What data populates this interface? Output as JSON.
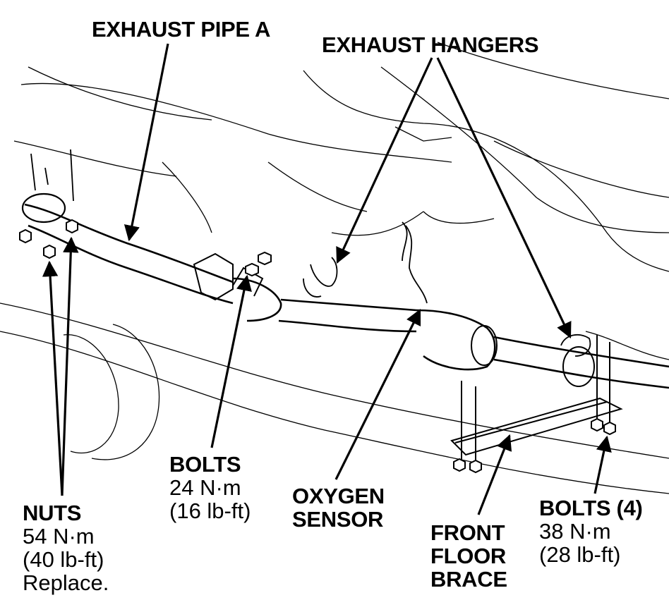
{
  "labels": {
    "exhaust_pipe_a": "EXHAUST PIPE A",
    "exhaust_hangers": "EXHAUST HANGERS",
    "nuts": {
      "name": "NUTS",
      "torque_nm": "54 N·m",
      "torque_lbft": "(40 lb-ft)",
      "note": "Replace."
    },
    "bolts_pipe": {
      "name": "BOLTS",
      "torque_nm": "24 N·m",
      "torque_lbft": "(16 lb-ft)"
    },
    "oxygen_sensor": {
      "line1": "OXYGEN",
      "line2": "SENSOR"
    },
    "front_floor_brace": {
      "line1": "FRONT",
      "line2": "FLOOR",
      "line3": "BRACE"
    },
    "bolts_brace": {
      "name": "BOLTS (4)",
      "torque_nm": "38 N·m",
      "torque_lbft": "(28 lb-ft)"
    }
  }
}
